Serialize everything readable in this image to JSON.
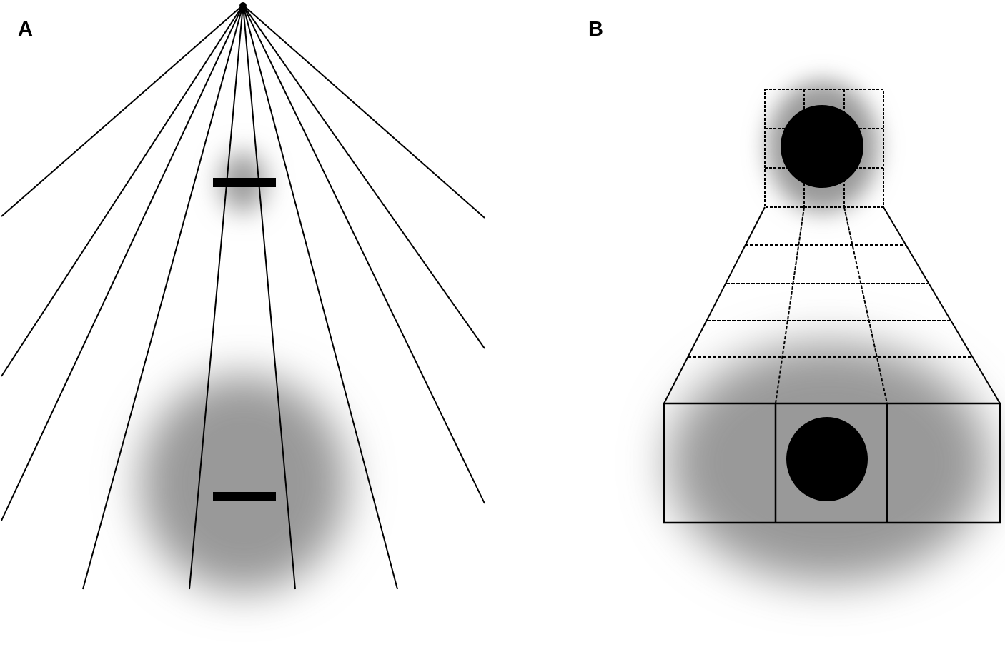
{
  "panels": [
    {
      "id": "A",
      "label": "A"
    },
    {
      "id": "B",
      "label": "B"
    }
  ],
  "colors": {
    "background": "#ffffff",
    "line": "#000000",
    "halo": "#999999",
    "object": "#000000"
  }
}
